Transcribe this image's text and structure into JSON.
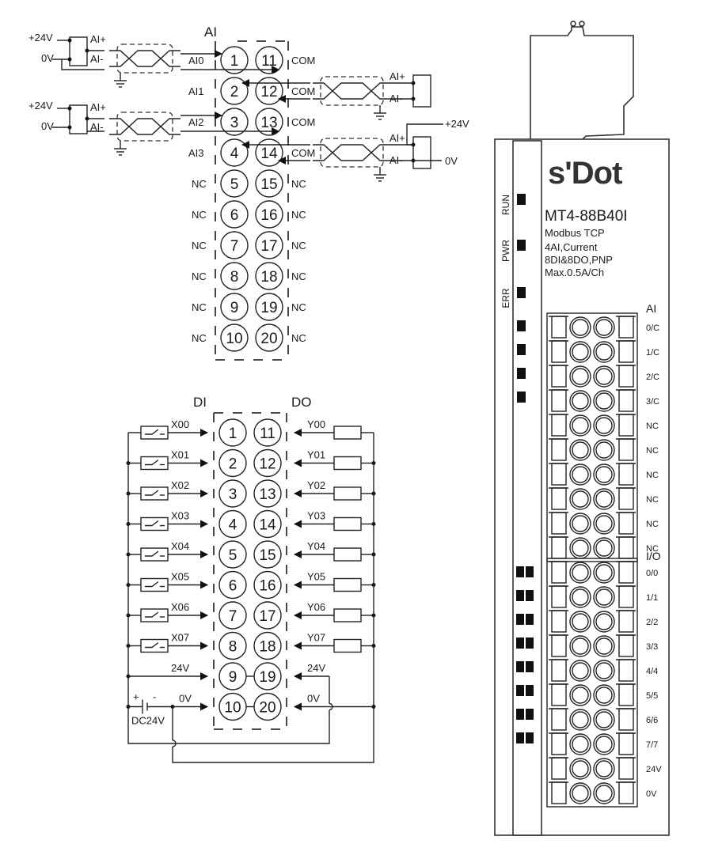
{
  "ai_section": {
    "header": "AI",
    "left_channels": [
      "AI0",
      "AI1",
      "AI2",
      "AI3"
    ],
    "right_labels": [
      "COM",
      "COM",
      "COM",
      "COM"
    ],
    "nc_label": "NC",
    "left_terminals": [
      "1",
      "2",
      "3",
      "4",
      "5",
      "6",
      "7",
      "8",
      "9",
      "10"
    ],
    "right_terminals": [
      "11",
      "12",
      "13",
      "14",
      "15",
      "16",
      "17",
      "18",
      "19",
      "20"
    ],
    "sensor_plus": "AI+",
    "sensor_minus": "AI-",
    "supply_pos": "+24V",
    "supply_zero": "0V"
  },
  "dio_section": {
    "di_header": "DI",
    "do_header": "DO",
    "inputs": [
      "X00",
      "X01",
      "X02",
      "X03",
      "X04",
      "X05",
      "X06",
      "X07"
    ],
    "outputs": [
      "Y00",
      "Y01",
      "Y02",
      "Y03",
      "Y04",
      "Y05",
      "Y06",
      "Y07"
    ],
    "left_terminals": [
      "1",
      "2",
      "3",
      "4",
      "5",
      "6",
      "7",
      "8",
      "9",
      "10"
    ],
    "right_terminals": [
      "11",
      "12",
      "13",
      "14",
      "15",
      "16",
      "17",
      "18",
      "19",
      "20"
    ],
    "supply_24v": "24V",
    "supply_0v": "0V",
    "battery_plus": "+",
    "battery_minus": "-",
    "battery_label": "DC24V"
  },
  "device": {
    "brand": "s'Dot",
    "model": "MT4-88B40I",
    "protocol": "Modbus TCP",
    "spec_lines": [
      "4AI,Current",
      "8DI&8DO,PNP",
      "Max.0.5A/Ch"
    ],
    "status_leds": [
      "RUN",
      "PWR",
      "ERR"
    ],
    "ai_block_header": "AI",
    "ai_block_labels": [
      "0/C",
      "1/C",
      "2/C",
      "3/C",
      "NC",
      "NC",
      "NC",
      "NC",
      "NC",
      "NC"
    ],
    "io_block_header": "I/O",
    "io_block_labels": [
      "0/0",
      "1/1",
      "2/2",
      "3/3",
      "4/4",
      "5/5",
      "6/6",
      "7/7",
      "24V",
      "0V"
    ]
  }
}
